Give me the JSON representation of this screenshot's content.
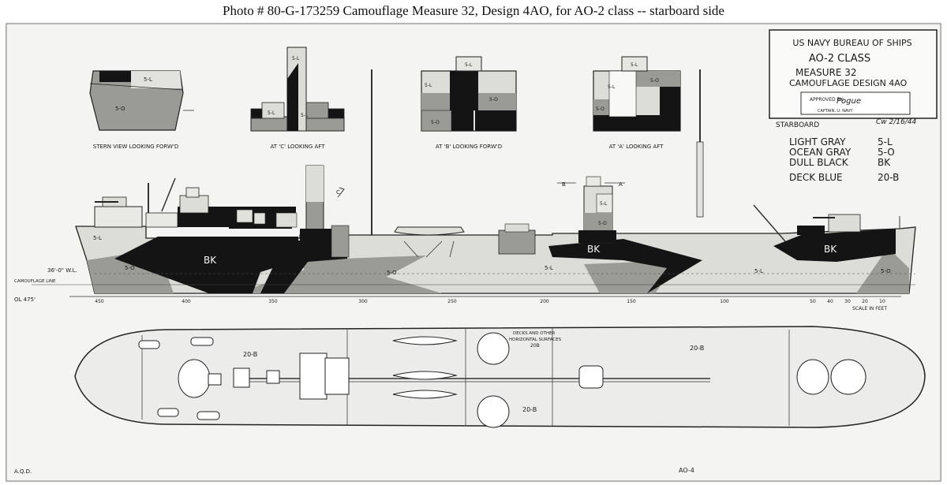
{
  "caption": "Photo #  80-G-173259     Camouflage Measure 32, Design 4AO, for AO-2 class -- starboard side",
  "colors": {
    "light_gray": "#dcdcd8",
    "ocean_gray": "#9a9a96",
    "dull_black": "#141414",
    "paper": "#f4f4f2",
    "line": "#2a2a2a"
  },
  "title_block": {
    "org": "US NAVY BUREAU OF SHIPS",
    "ship_class": "AO-2  CLASS",
    "measure": "MEASURE 32",
    "design": "CAMOUFLAGE DESIGN 4AO",
    "approved": "APPROVED BY:",
    "rank": "CAPTAIN, U. NAVY",
    "signature": "Pogue",
    "date_initials": "Cw  2/16/44"
  },
  "side_label": "STARBOARD",
  "legend": [
    {
      "name": "LIGHT GRAY",
      "code": "5-L"
    },
    {
      "name": "OCEAN GRAY",
      "code": "5-O"
    },
    {
      "name": "DULL BLACK",
      "code": "BK"
    },
    {
      "name": "DECK BLUE",
      "code": "20-B"
    }
  ],
  "views": {
    "stern": "STERN VIEW LOOKING FORW'D",
    "c_aft": "AT 'C' LOOKING AFT",
    "b_fwd": "AT 'B' LOOKING FORW'D",
    "a_aft": "AT 'A' LOOKING AFT"
  },
  "patch_labels": {
    "sl": "5-L",
    "so": "5-O",
    "bk": "BK",
    "deck_b": "20-B"
  },
  "profile_marks": {
    "a": "A",
    "b": "B",
    "c": "C"
  },
  "waterline": "36'-0\" W.L.",
  "camo_line": "CAMOUFLAGE LINE",
  "length": "OL 475'",
  "scale_ticks": [
    "450",
    "400",
    "350",
    "300",
    "250",
    "200",
    "150",
    "100",
    "50",
    "40",
    "30",
    "20",
    "10"
  ],
  "scale_caption": "SCALE IN FEET",
  "deck_note_1": "DECKS AND OTHER",
  "deck_note_2": "HORIZONTAL SURFACES",
  "deck_note_3": "20B",
  "footer_left": "A.Q.D.",
  "footer_center": "AO-4"
}
